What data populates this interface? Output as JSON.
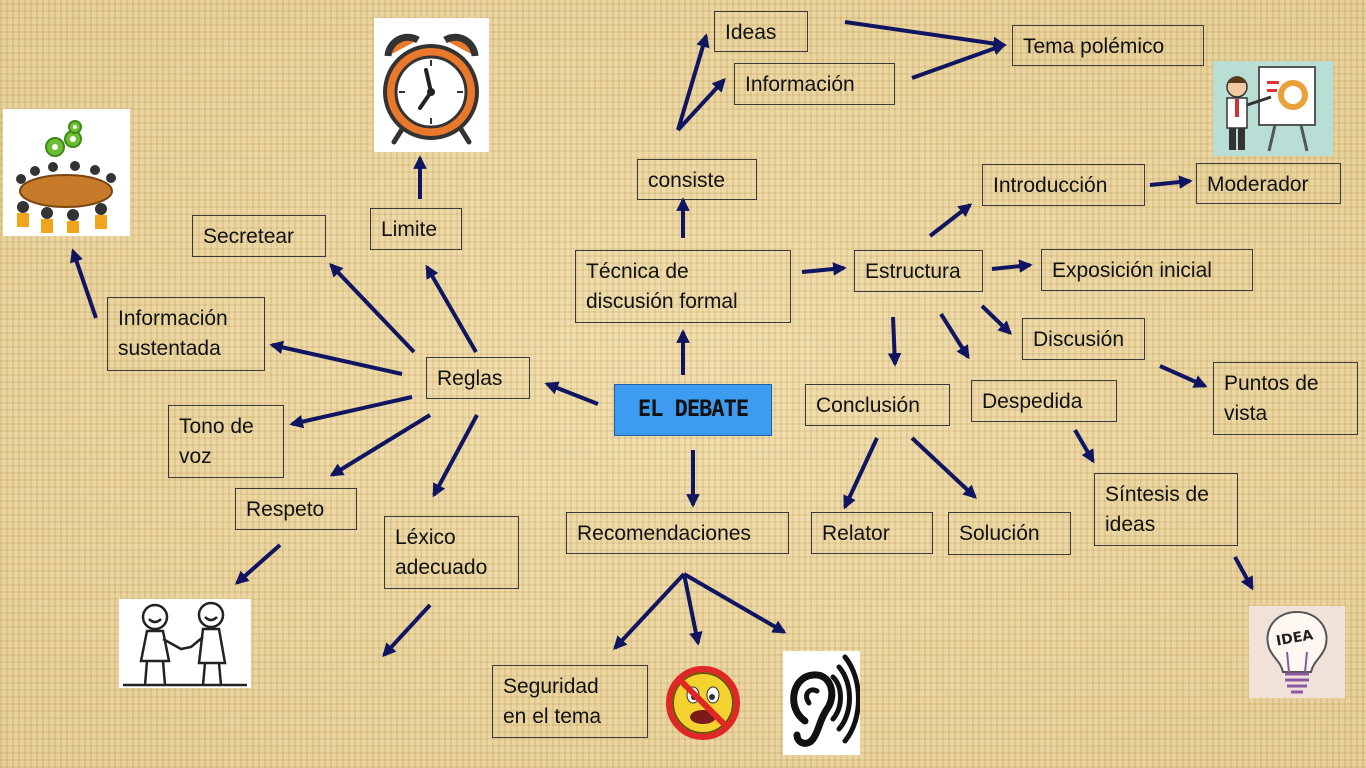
{
  "center": "EL DEBATE",
  "nodes": {
    "tecnica": "Técnica de\ndiscusión formal",
    "consiste": "consiste",
    "ideas": "Ideas",
    "informacion": "Información",
    "tema_polemico": "Tema polémico",
    "estructura": "Estructura",
    "introduccion": "Introducción",
    "moderador": "Moderador",
    "exposicion_inicial": "Exposición inicial",
    "discusion": "Discusión",
    "puntos_de_vista": "Puntos de\nvista",
    "conclusion": "Conclusión",
    "despedida": "Despedida",
    "relator": "Relator",
    "solucion": "Solución",
    "sintesis": "Síntesis de\nideas",
    "reglas": "Reglas",
    "limite": "Limite",
    "secretear": "Secretear",
    "informacion_sustentada": "Información\nsustentada",
    "tono_de_voz": "Tono de\nvoz",
    "respeto": "Respeto",
    "lexico": "Léxico\nadecuado",
    "recomendaciones": "Recomendaciones",
    "seguridad": "Seguridad\nen el tema"
  },
  "image_labels": {
    "idea_bulb": "IDEA"
  },
  "colors": {
    "arrow": "#0f1560",
    "title_fill": "#3d9bf0"
  },
  "icons": [
    "alarm-clock-icon",
    "meeting-table-icon",
    "presenter-icon",
    "handshake-people-icon",
    "no-talking-icon",
    "ear-icon",
    "idea-bulb-icon"
  ]
}
